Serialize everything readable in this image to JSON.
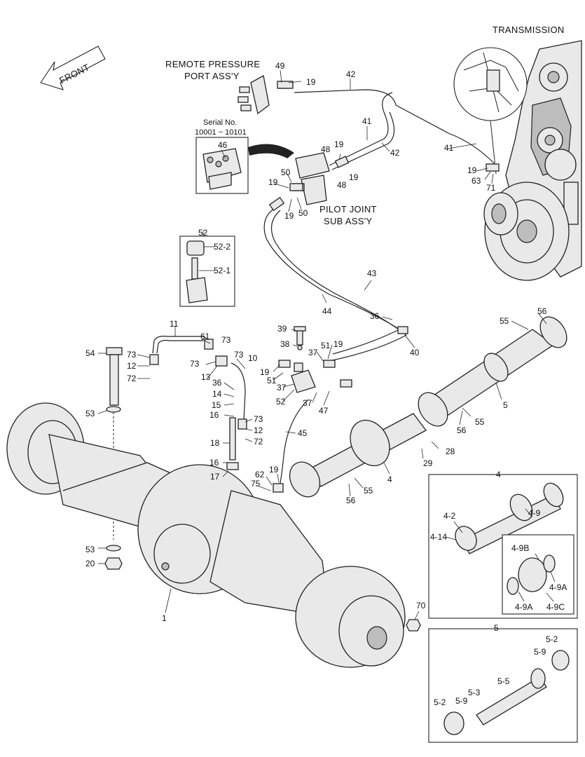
{
  "labels": {
    "transmission": "TRANSMISSION",
    "front": "FRONT",
    "remote_pressure_line1": "REMOTE PRESSURE",
    "remote_pressure_line2": "PORT ASS'Y",
    "serial_label": "Serial No.",
    "serial_range": "10001 ~ 10101",
    "pilot_joint_line1": "PILOT JOINT",
    "pilot_joint_line2": "SUB ASS'Y"
  },
  "callouts": {
    "c49": "49",
    "c19a": "19",
    "c42a": "42",
    "c41a": "41",
    "c42b": "42",
    "c41b": "41",
    "c46": "46",
    "c48a": "48",
    "c19b": "19",
    "c19c": "19",
    "c48b": "48",
    "c50a": "50",
    "c19d": "19",
    "c50b": "50",
    "c19e": "19",
    "c19f": "19",
    "c63": "63",
    "c71": "71",
    "c52": "52",
    "c52_2": "52-2",
    "c52_1": "52-1",
    "c43": "43",
    "c44": "44",
    "c36a": "36",
    "c40": "40",
    "c56a": "56",
    "c55a": "55",
    "c11": "11",
    "c61": "61",
    "c73a": "73",
    "c73b": "73",
    "c73c": "73",
    "c10": "10",
    "c12a": "12",
    "c72a": "72",
    "c13": "13",
    "c39": "39",
    "c38": "38",
    "c37a": "37",
    "c51a": "51",
    "c19g": "19",
    "c19h": "19",
    "c51b": "51",
    "c37b": "37",
    "c52b": "52",
    "c37c": "37",
    "c47": "47",
    "c54": "54",
    "c36b": "36",
    "c14": "14",
    "c15": "15",
    "c16a": "16",
    "c73d": "73",
    "c12b": "12",
    "c72b": "72",
    "c45": "45",
    "c5": "5",
    "c56b": "56",
    "c55b": "55",
    "c53a": "53",
    "c18": "18",
    "c16b": "16",
    "c17": "17",
    "c62": "62",
    "c19i": "19",
    "c75": "75",
    "c29": "29",
    "c28": "28",
    "c4": "4",
    "c56c": "56",
    "c55c": "55",
    "c53b": "53",
    "c20": "20",
    "c1": "1",
    "c70": "70",
    "d4": "4",
    "d4_2": "4-2",
    "d4_9": "4-9",
    "d4_14": "4-14",
    "d4_9b": "4-9B",
    "d4_9a_r": "4-9A",
    "d4_9a_l": "4-9A",
    "d4_9c": "4-9C",
    "d5": "5",
    "d5_2a": "5-2",
    "d5_9a": "5-9",
    "d5_5": "5-5",
    "d5_3": "5-3",
    "d5_9b": "5-9",
    "d5_2b": "5-2"
  }
}
